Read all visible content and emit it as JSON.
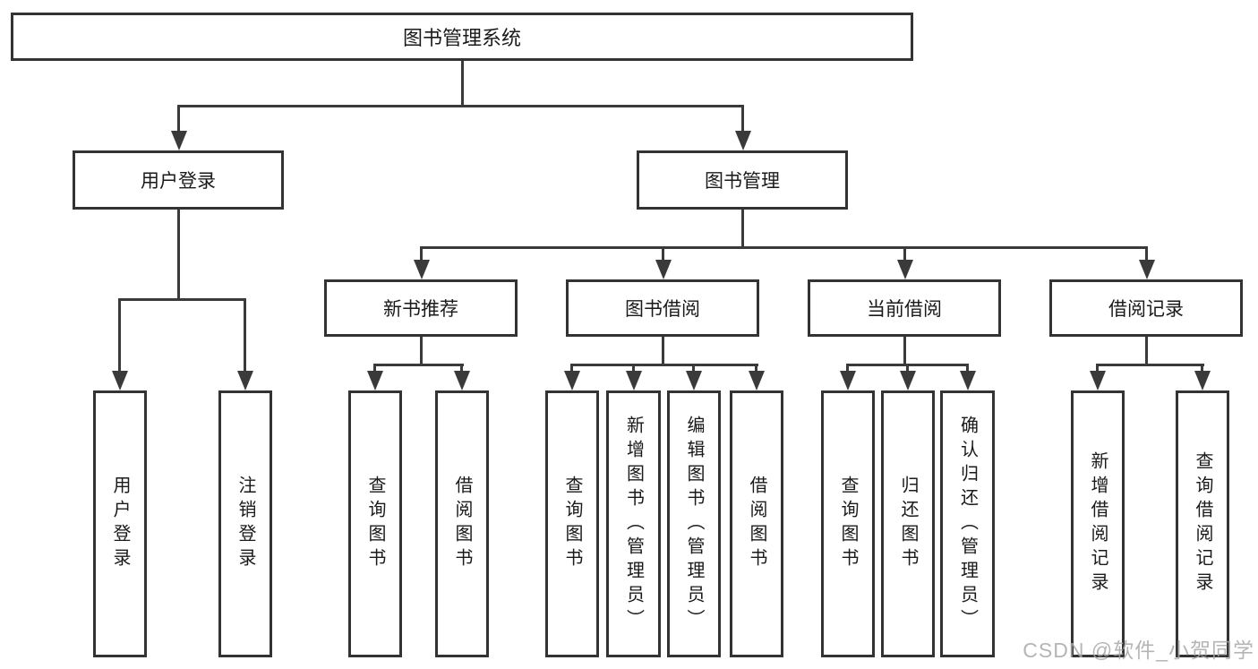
{
  "diagram": {
    "title": "图书管理系统",
    "root": {
      "label": "图书管理系统"
    },
    "branches": [
      {
        "label": "用户登录",
        "children": [
          {
            "label": "用户登录"
          },
          {
            "label": "注销登录"
          }
        ]
      },
      {
        "label": "图书管理",
        "children": [
          {
            "label": "新书推荐",
            "children": [
              {
                "label": "查询图书"
              },
              {
                "label": "借阅图书"
              }
            ]
          },
          {
            "label": "图书借阅",
            "children": [
              {
                "label": "查询图书"
              },
              {
                "label": "新增图书（管理员）"
              },
              {
                "label": "编辑图书（管理员）"
              },
              {
                "label": "借阅图书"
              }
            ]
          },
          {
            "label": "当前借阅",
            "children": [
              {
                "label": "查询图书"
              },
              {
                "label": "归还图书"
              },
              {
                "label": "确认归还（管理员）"
              }
            ]
          },
          {
            "label": "借阅记录",
            "children": [
              {
                "label": "新增借阅记录"
              },
              {
                "label": "查询借阅记录"
              }
            ]
          }
        ]
      }
    ],
    "watermark": "CSDN @软件_小贺同学",
    "colors": {
      "line": "#3a3a3a",
      "border": "#333333",
      "text": "#1a1a1a",
      "watermark": "#a8a8a8",
      "background": "#ffffff"
    }
  }
}
